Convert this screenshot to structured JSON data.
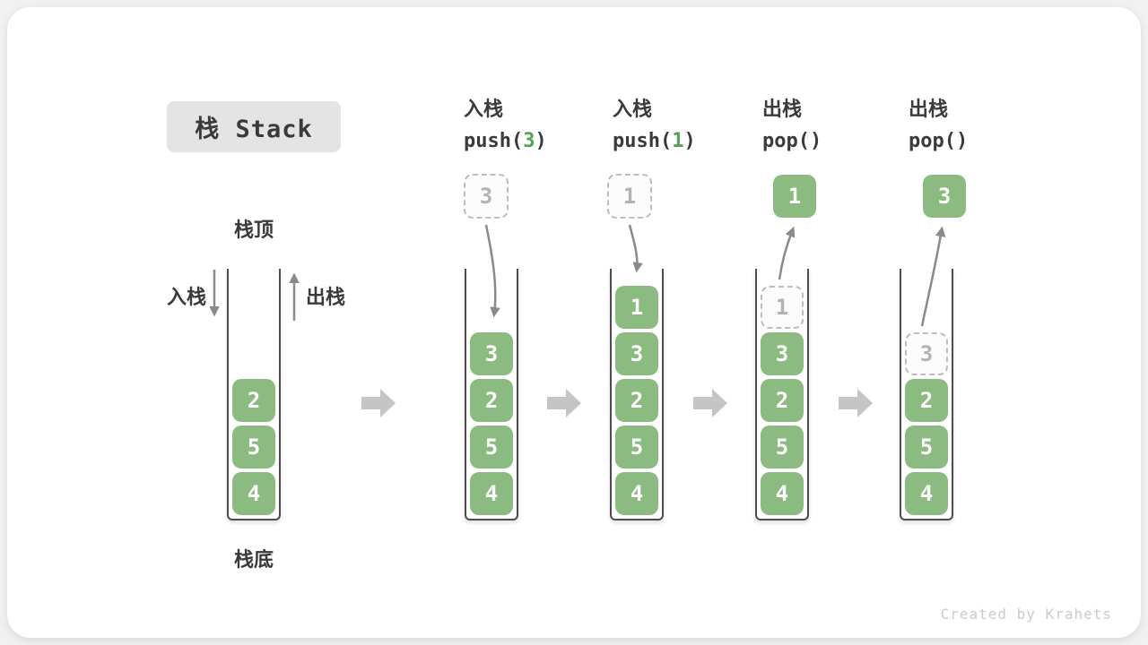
{
  "title": "栈 Stack",
  "watermark": "Created by Krahets",
  "labels": {
    "stack_top": "栈顶",
    "stack_bottom": "栈底",
    "push": "入栈",
    "pop": "出栈"
  },
  "colors": {
    "page_bg": "#f1f1f1",
    "card_bg": "#ffffff",
    "box_green": "#8cbb82",
    "code_green": "#56a156",
    "text_dark": "#3a3a3a",
    "title_bg": "#e4e4e4",
    "arrow_gray": "#8a8a8a",
    "block_arrow_gray": "#c5c5c5",
    "ghost_border": "#bdbdbd",
    "ghost_text": "#b3b3b3",
    "wall_dark": "#4d4d4d",
    "watermark_gray": "#cbcbcb"
  },
  "steps": [
    {
      "name": "initial-stack",
      "stack": [
        "2",
        "5",
        "4"
      ]
    },
    {
      "name": "push-3",
      "label": "入栈",
      "code_pre": "push(",
      "arg": "3",
      "code_post": ")",
      "floating": "3",
      "stack": [
        "3",
        "2",
        "5",
        "4"
      ]
    },
    {
      "name": "push-1",
      "label": "入栈",
      "code_pre": "push(",
      "arg": "1",
      "code_post": ")",
      "floating": "1",
      "stack": [
        "1",
        "3",
        "2",
        "5",
        "4"
      ]
    },
    {
      "name": "pop-1",
      "label": "出栈",
      "code": "pop()",
      "floating": "1",
      "ghost": "1",
      "stack": [
        "3",
        "2",
        "5",
        "4"
      ]
    },
    {
      "name": "pop-3",
      "label": "出栈",
      "code": "pop()",
      "floating": "3",
      "ghost": "3",
      "stack": [
        "2",
        "5",
        "4"
      ]
    }
  ]
}
